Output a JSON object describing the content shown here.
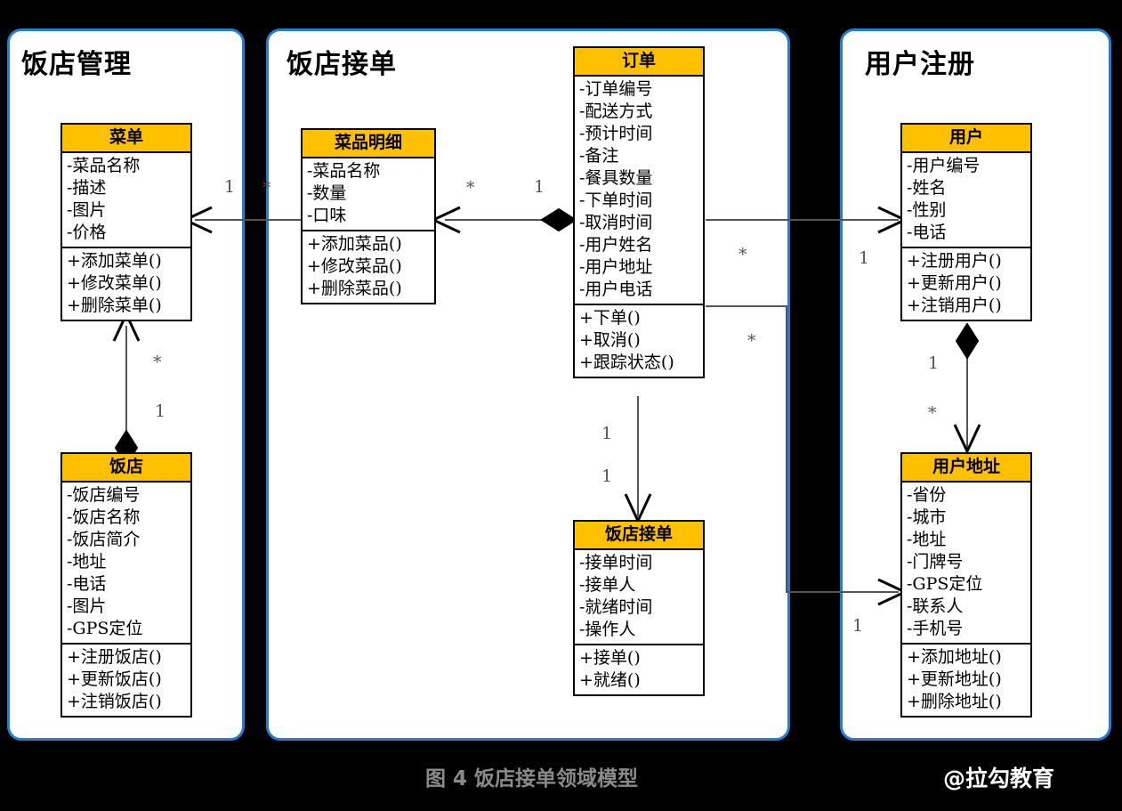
{
  "figure": {
    "caption": "图 4 饭店接单领域模型",
    "watermark": "@拉勾教育",
    "colors": {
      "class_header": "#FFC000",
      "package_border": "#1F7FD4",
      "background": "#000000",
      "class_body": "#FFFFFF",
      "line": "#555555",
      "caption_text": "#8A8A8A"
    }
  },
  "packages": [
    {
      "id": "pkg-restaurant-management",
      "title": "饭店管理"
    },
    {
      "id": "pkg-restaurant-order-intake",
      "title": "饭店接单"
    },
    {
      "id": "pkg-user-registration",
      "title": "用户注册"
    }
  ],
  "classes": [
    {
      "id": "class-menu",
      "name": "菜单",
      "attributes": [
        "-菜品名称",
        "-描述",
        "-图片",
        "-价格"
      ],
      "operations": [
        "+添加菜单()",
        "+修改菜单()",
        "+删除菜单()"
      ]
    },
    {
      "id": "class-restaurant",
      "name": "饭店",
      "attributes": [
        "-饭店编号",
        "-饭店名称",
        "-饭店简介",
        "-地址",
        "-电话",
        "-图片",
        "-GPS定位"
      ],
      "operations": [
        "+注册饭店()",
        "+更新饭店()",
        "+注销饭店()"
      ]
    },
    {
      "id": "class-dish-detail",
      "name": "菜品明细",
      "attributes": [
        "-菜品名称",
        "-数量",
        "-口味"
      ],
      "operations": [
        "+添加菜品()",
        "+修改菜品()",
        "+删除菜品()"
      ]
    },
    {
      "id": "class-order",
      "name": "订单",
      "attributes": [
        "-订单编号",
        "-配送方式",
        "-预计时间",
        "-备注",
        "-餐具数量",
        "-下单时间",
        "-取消时间",
        "-用户姓名",
        "-用户地址",
        "-用户电话"
      ],
      "operations": [
        "+下单()",
        "+取消()",
        "+跟踪状态()"
      ]
    },
    {
      "id": "class-order-intake",
      "name": "饭店接单",
      "attributes": [
        "-接单时间",
        "-接单人",
        "-就绪时间",
        "-操作人"
      ],
      "operations": [
        "+接单()",
        "+就绪()"
      ]
    },
    {
      "id": "class-user",
      "name": "用户",
      "attributes": [
        "-用户编号",
        "-姓名",
        "-性别",
        "-电话"
      ],
      "operations": [
        "+注册用户()",
        "+更新用户()",
        "+注销用户()"
      ]
    },
    {
      "id": "class-user-address",
      "name": "用户地址",
      "attributes": [
        "-省份",
        "-城市",
        "-地址",
        "-门牌号",
        "-GPS定位",
        "-联系人",
        "-手机号"
      ],
      "operations": [
        "+添加地址()",
        "+更新地址()",
        "+删除地址()"
      ]
    }
  ],
  "multiplicities": {
    "menu_to_dishdetail_one": "1",
    "dishdetail_to_menu_many": "*",
    "dishdetail_to_order_many": "*",
    "order_to_dishdetail_one": "1",
    "menu_to_restaurant_many": "*",
    "restaurant_to_menu_one": "1",
    "order_to_user_many": "*",
    "user_to_order_one": "1",
    "order_to_useraddress_many": "*",
    "useraddress_to_order_one": "1",
    "order_to_intake_one_top": "1",
    "order_to_intake_one_bottom": "1",
    "user_to_address_one": "1",
    "address_to_user_many": "*"
  }
}
